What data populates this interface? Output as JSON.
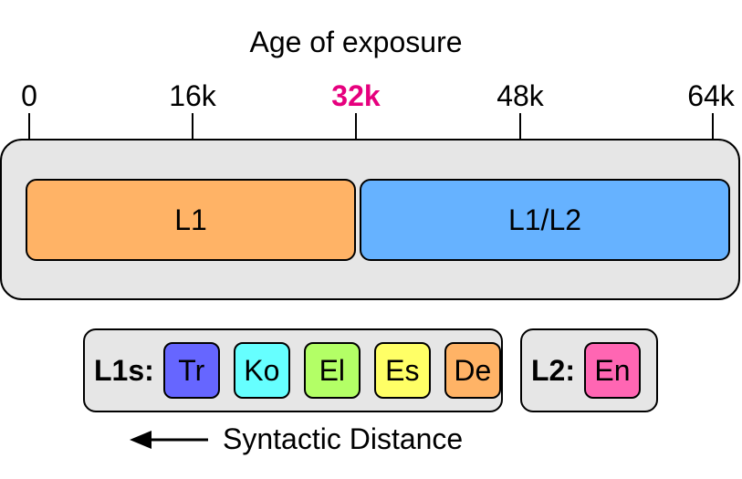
{
  "title": "Age of exposure",
  "axis": {
    "ticks": [
      {
        "label": "0",
        "value": 0
      },
      {
        "label": "16k",
        "value": 16000
      },
      {
        "label": "32k",
        "value": 32000,
        "color": "#e6007e"
      },
      {
        "label": "48k",
        "value": 48000
      },
      {
        "label": "64k",
        "value": 64000
      }
    ]
  },
  "phases": {
    "l1": {
      "label": "L1",
      "color": "#ffb366"
    },
    "l1l2": {
      "label": "L1/L2",
      "color": "#66b2ff"
    }
  },
  "l1_group": {
    "label": "L1s:",
    "languages": [
      {
        "label": "Tr",
        "color": "#6666ff"
      },
      {
        "label": "Ko",
        "color": "#66ffff"
      },
      {
        "label": "El",
        "color": "#b3ff66"
      },
      {
        "label": "Es",
        "color": "#ffff66"
      },
      {
        "label": "De",
        "color": "#ffb366"
      }
    ]
  },
  "l2_group": {
    "label": "L2:",
    "languages": [
      {
        "label": "En",
        "color": "#ff66b3"
      }
    ]
  },
  "caption": "Syntactic Distance"
}
